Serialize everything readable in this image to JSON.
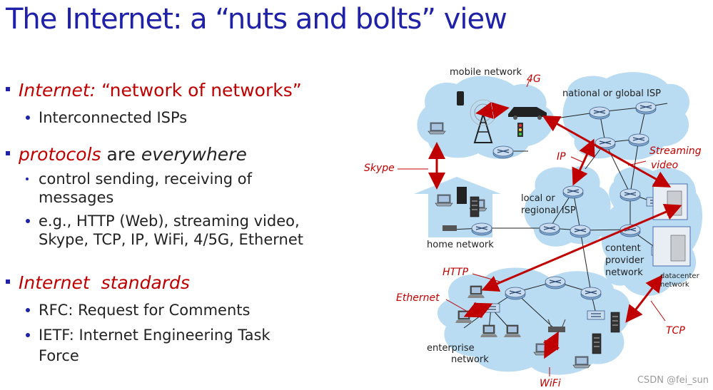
{
  "title": "The Internet: a “nuts and bolts” view",
  "bullets": [
    {
      "red_part": "Internet:",
      "rest_red": " “network of networks”",
      "subs": [
        "Interconnected ISPs"
      ]
    },
    {
      "red_part": "protocols",
      "mid": " are ",
      "ital": "everywhere",
      "subs": [
        "control sending, receiving of",
        "messages",
        "e.g., HTTP (Web), streaming video,",
        "Skype, TCP, IP, WiFi, 4/5G, Ethernet"
      ]
    },
    {
      "red_part": "Internet  standards",
      "subs": [
        "RFC: Request for Comments",
        "IETF: Internet Engineering Task",
        "Force"
      ]
    }
  ],
  "diagram": {
    "labels": {
      "mobile": "mobile network",
      "national": "national or global ISP",
      "local1": "local or",
      "local2": "regional ISP",
      "home": "home network",
      "content1": "content",
      "content2": "provider",
      "content3": "network",
      "datacenter1": "datacenter",
      "datacenter2": "network",
      "enterprise1": "enterprise",
      "enterprise2": "network"
    },
    "protocols": {
      "g4": "4G",
      "skype": "Skype",
      "ip": "IP",
      "streaming1": "Streaming",
      "streaming2": "video",
      "http": "HTTP",
      "ethernet": "Ethernet",
      "tcp": "TCP",
      "wifi": "WiFi"
    },
    "colors": {
      "cloud": "#b9dcf3",
      "arrow": "#c00000",
      "router": "#9ab8d6"
    }
  },
  "watermark": "CSDN @fei_sun"
}
